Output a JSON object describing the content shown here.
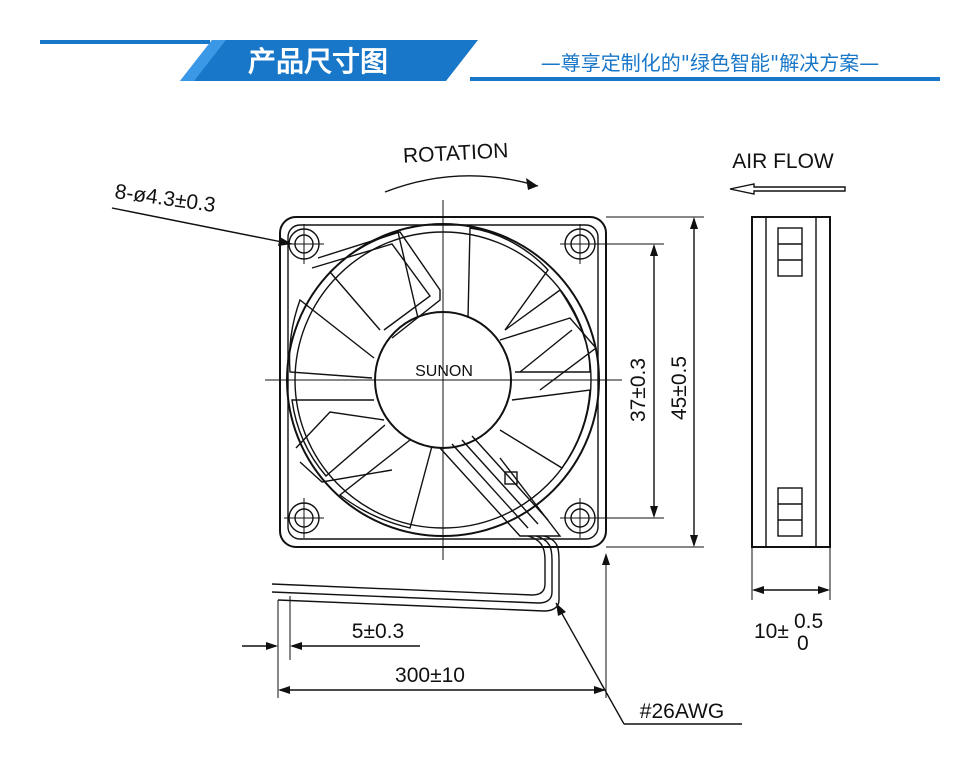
{
  "header": {
    "title": "产品尺寸图",
    "slogan": "—尊享定制化的\"绿色智能\"解决方案—",
    "colors": {
      "accent": "#1877c8",
      "accent_light": "#2d8fe0"
    }
  },
  "drawing": {
    "brand_label": "SUNON",
    "rotation_label": "ROTATION",
    "airflow_label": "AIR FLOW",
    "hole_callout": "8-ø4.3±0.3",
    "dim_inner": "37±0.3",
    "dim_outer": "45±0.5",
    "dim_depth_base": "10±",
    "dim_depth_upper": "0.5",
    "dim_depth_lower": "0",
    "dim_lead_strip": "5±0.3",
    "dim_lead_length": "300±10",
    "wire_gauge": "#26AWG"
  }
}
